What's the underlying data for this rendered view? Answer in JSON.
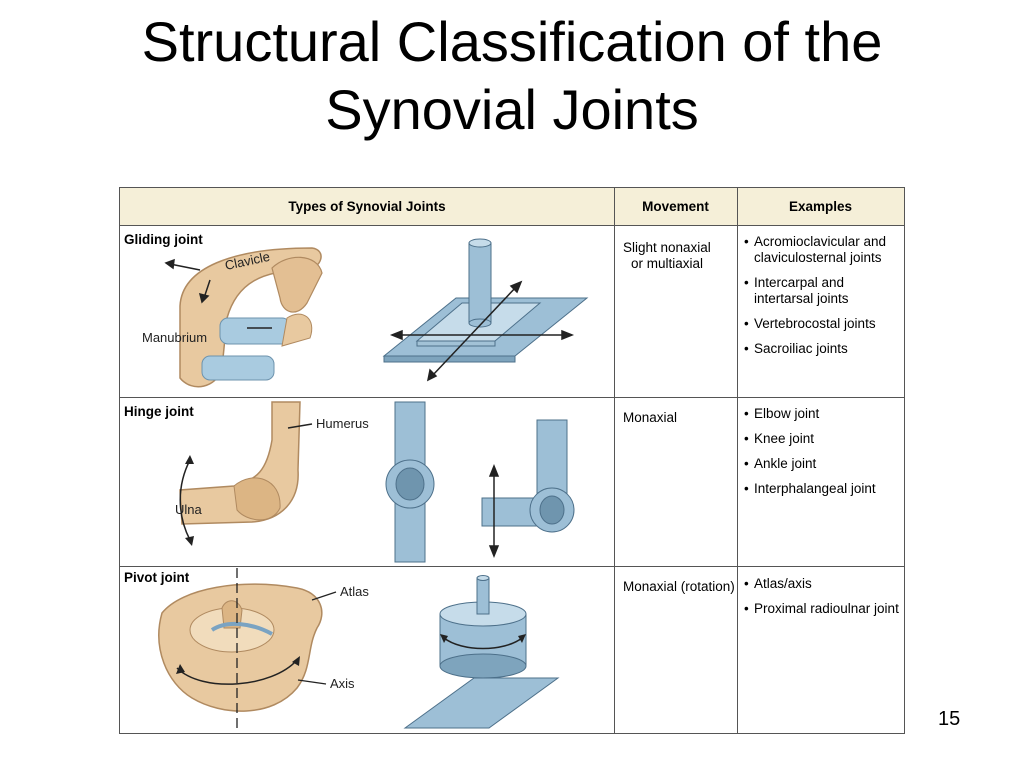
{
  "slide": {
    "title_line1": "Structural Classification of the",
    "title_line2": "Synovial Joints",
    "page_number": "15"
  },
  "table": {
    "headers": {
      "types": "Types of Synovial Joints",
      "movement": "Movement",
      "examples": "Examples"
    },
    "rows": [
      {
        "name": "Gliding joint",
        "movement_line1": "Slight nonaxial",
        "movement_line2": "or multiaxial",
        "figure_labels": {
          "a": "Clavicle",
          "b": "Manubrium"
        },
        "examples": [
          {
            "line1": "Acromioclavicular and",
            "line2": "claviculosternal joints"
          },
          {
            "line1": "Intercarpal and",
            "line2": "intertarsal joints"
          },
          {
            "line1": "Vertebrocostal joints",
            "line2": ""
          },
          {
            "line1": "Sacroiliac joints",
            "line2": ""
          }
        ]
      },
      {
        "name": "Hinge joint",
        "movement_line1": "Monaxial",
        "figure_labels": {
          "a": "Humerus",
          "b": "Ulna"
        },
        "examples": [
          {
            "line1": "Elbow joint"
          },
          {
            "line1": "Knee joint"
          },
          {
            "line1": "Ankle joint"
          },
          {
            "line1": "Interphalangeal joint"
          }
        ]
      },
      {
        "name": "Pivot joint",
        "movement_line1": "Monaxial (rotation)",
        "figure_labels": {
          "a": "Atlas",
          "b": "Axis"
        },
        "examples": [
          {
            "line1": "Atlas/axis"
          },
          {
            "line1": "Proximal radioulnar joint"
          }
        ]
      }
    ]
  },
  "colors": {
    "header_bg": "#f5efd8",
    "bone": "#e8c9a0",
    "cartilage": "#a9cbe0",
    "model_metal": "#9dbfd6"
  }
}
